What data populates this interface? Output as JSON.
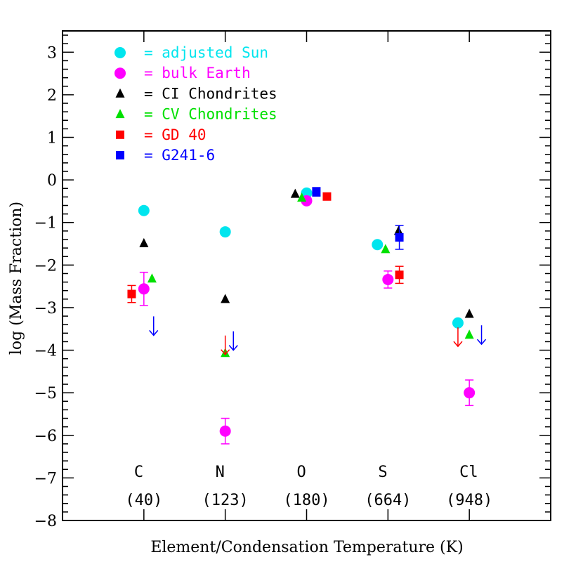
{
  "chart_data": {
    "type": "scatter",
    "xlabel": "Element/Condensation Temperature (K)",
    "ylabel": "log (Mass Fraction)",
    "xlim": [
      0,
      6
    ],
    "ylim": [
      -8,
      3.5
    ],
    "yticks": [
      -8,
      -7,
      -6,
      -5,
      -4,
      -3,
      -2,
      -1,
      0,
      1,
      2,
      3
    ],
    "categories": [
      {
        "element": "C",
        "temp": "(40)",
        "x": 1
      },
      {
        "element": "N",
        "temp": "(123)",
        "x": 2
      },
      {
        "element": "O",
        "temp": "(180)",
        "x": 3
      },
      {
        "element": "S",
        "temp": "(664)",
        "x": 4
      },
      {
        "element": "Cl",
        "temp": "(948)",
        "x": 5
      }
    ],
    "series": [
      {
        "name": "= adjusted Sun",
        "color": "#00e5ee",
        "marker": "circle",
        "points": [
          {
            "x": 1.0,
            "y": -0.72
          },
          {
            "x": 2.0,
            "y": -1.22
          },
          {
            "x": 3.0,
            "y": -0.31
          },
          {
            "x": 3.87,
            "y": -1.52
          },
          {
            "x": 4.86,
            "y": -3.36
          }
        ]
      },
      {
        "name": "= bulk Earth",
        "color": "#ff00ff",
        "marker": "circle",
        "points": [
          {
            "x": 1.0,
            "y": -2.56,
            "err": 0.39
          },
          {
            "x": 2.0,
            "y": -5.9,
            "err": 0.3
          },
          {
            "x": 3.0,
            "y": -0.49
          },
          {
            "x": 4.0,
            "y": -2.34,
            "err": 0.2
          },
          {
            "x": 5.0,
            "y": -5.0,
            "err": 0.3
          }
        ]
      },
      {
        "name": "= CI Chondrites",
        "color": "#000000",
        "marker": "triangle",
        "points": [
          {
            "x": 1.0,
            "y": -1.49
          },
          {
            "x": 2.0,
            "y": -2.8
          },
          {
            "x": 2.86,
            "y": -0.33
          },
          {
            "x": 4.13,
            "y": -1.2
          },
          {
            "x": 5.0,
            "y": -3.15
          }
        ]
      },
      {
        "name": "= CV Chondrites",
        "color": "#00e000",
        "marker": "triangle",
        "points": [
          {
            "x": 1.1,
            "y": -2.32
          },
          {
            "x": 2.0,
            "y": -4.07
          },
          {
            "x": 2.94,
            "y": -0.42
          },
          {
            "x": 3.97,
            "y": -1.63
          },
          {
            "x": 5.0,
            "y": -3.64
          }
        ]
      },
      {
        "name": "= GD 40",
        "color": "#ff0000",
        "marker": "square",
        "points": [
          {
            "x": 0.85,
            "y": -2.68,
            "err": 0.2
          },
          {
            "x": 3.25,
            "y": -0.39
          },
          {
            "x": 4.14,
            "y": -2.23,
            "err": 0.2
          }
        ],
        "upper_limits": [
          {
            "x": 2.0,
            "y": -3.87
          },
          {
            "x": 4.86,
            "y": -3.68
          }
        ]
      },
      {
        "name": "= G241-6",
        "color": "#0000ff",
        "marker": "square",
        "points": [
          {
            "x": 3.12,
            "y": -0.28,
            "err": 0.1
          },
          {
            "x": 4.14,
            "y": -1.35,
            "err": 0.28
          }
        ],
        "upper_limits": [
          {
            "x": 1.12,
            "y": -3.42
          },
          {
            "x": 2.1,
            "y": -3.77
          },
          {
            "x": 5.15,
            "y": -3.63
          }
        ]
      }
    ]
  }
}
